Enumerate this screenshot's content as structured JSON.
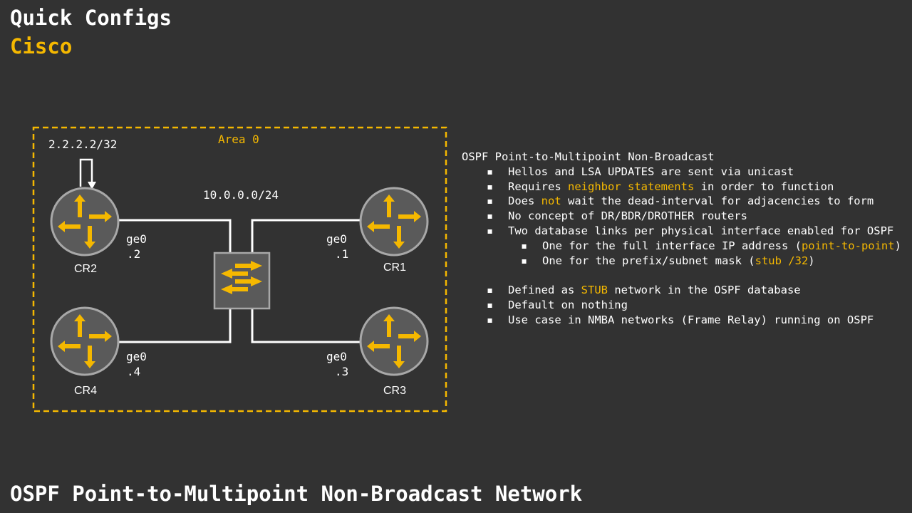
{
  "header": {
    "title": "Quick Configs",
    "vendor": "Cisco"
  },
  "footer": {
    "title": "OSPF Point-to-Multipoint Non-Broadcast Network"
  },
  "diagram": {
    "area_label": "Area 0",
    "loopback_label": "2.2.2.2/32",
    "subnet_label": "10.0.0.0/24",
    "routers": [
      {
        "name": "CR2",
        "interface": "ge0",
        "host": ".2"
      },
      {
        "name": "CR1",
        "interface": "ge0",
        "host": ".1"
      },
      {
        "name": "CR4",
        "interface": "ge0",
        "host": ".4"
      },
      {
        "name": "CR3",
        "interface": "ge0",
        "host": ".3"
      }
    ]
  },
  "notes": {
    "heading": "OSPF Point-to-Multipoint Non-Broadcast",
    "b1": "Hellos and LSA UPDATES are sent via unicast",
    "b2_pre": "Requires ",
    "b2_hl": "neighbor statements",
    "b2_post": " in order to function",
    "b3_pre": "Does ",
    "b3_hl": "not",
    "b3_post": " wait the dead-interval for adjacencies to form",
    "b4": "No concept of DR/BDR/DROTHER routers",
    "b5": "Two database links per physical interface enabled for OSPF",
    "b5a_pre": "One for the full interface IP address (",
    "b5a_hl": "point-to-point",
    "b5a_post": ")",
    "b5b_pre": "One for the prefix/subnet mask (",
    "b5b_hl": "stub /32",
    "b5b_post": ")",
    "b6_pre": "Defined as ",
    "b6_hl": "STUB",
    "b6_post": " network in the OSPF database",
    "b7": "Default on nothing",
    "b8": "Use case in NMBA networks (Frame Relay) running on OSPF"
  },
  "colors": {
    "background": "#323232",
    "accent": "#f5b800",
    "router_fill": "#5a5a5a",
    "router_border": "#a8a8a8"
  }
}
